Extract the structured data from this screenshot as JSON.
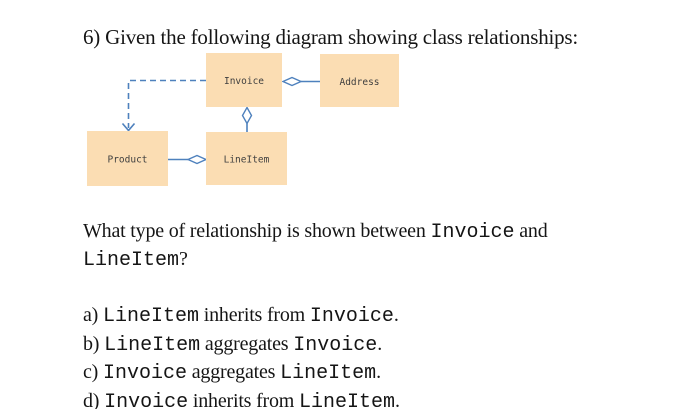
{
  "title": "6) Given the following diagram showing class relationships:",
  "diagram": {
    "box_fill": "#fbddb3",
    "line_color": "#4e81bd",
    "label_color": "#3f3f3f",
    "boxes": [
      {
        "label": "Invoice"
      },
      {
        "label": "Address"
      },
      {
        "label": "Product"
      },
      {
        "label": "LineItem"
      }
    ],
    "relationships": [
      {
        "type": "aggregation",
        "whole": "Invoice",
        "part": "Address"
      },
      {
        "type": "aggregation",
        "whole": "Invoice",
        "part": "LineItem"
      },
      {
        "type": "aggregation",
        "whole": "LineItem",
        "part": "Product"
      },
      {
        "type": "dependency",
        "from": "Invoice",
        "to": "Product"
      }
    ]
  },
  "question": {
    "line1": [
      "What type of relationship is shown between ",
      "Invoice",
      " and"
    ],
    "line2": [
      "LineItem",
      "?"
    ]
  },
  "options": [
    {
      "prefix": "a) ",
      "code1": "LineItem",
      "mid": " inherits from ",
      "code2": "Invoice",
      "suffix": "."
    },
    {
      "prefix": "b) ",
      "code1": "LineItem",
      "mid": " aggregates ",
      "code2": "Invoice",
      "suffix": "."
    },
    {
      "prefix": "c) ",
      "code1": "Invoice",
      "mid": " aggregates ",
      "code2": "LineItem",
      "suffix": "."
    },
    {
      "prefix": "d) ",
      "code1": "Invoice",
      "mid": " inherits from ",
      "code2": "LineItem",
      "suffix": "."
    }
  ]
}
